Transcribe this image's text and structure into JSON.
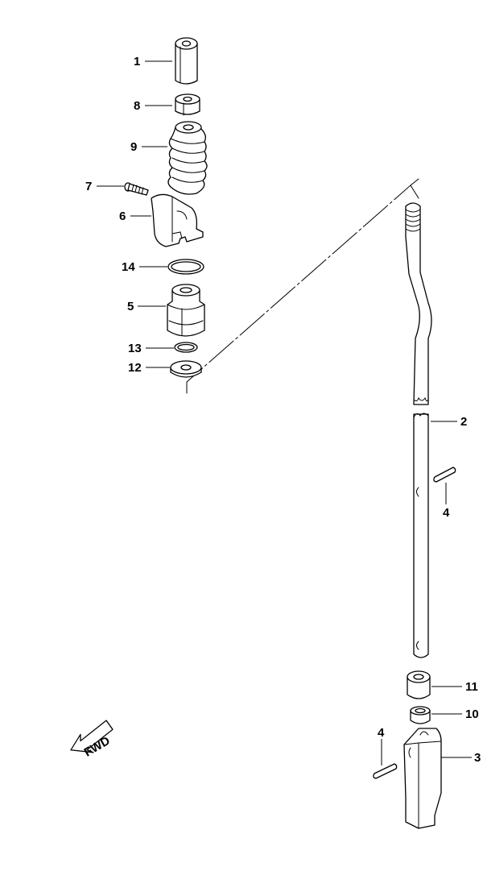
{
  "diagram": {
    "callouts": [
      {
        "id": "p1",
        "text": "1"
      },
      {
        "id": "p8",
        "text": "8"
      },
      {
        "id": "p9",
        "text": "9"
      },
      {
        "id": "p7",
        "text": "7"
      },
      {
        "id": "p6",
        "text": "6"
      },
      {
        "id": "p14",
        "text": "14"
      },
      {
        "id": "p5",
        "text": "5"
      },
      {
        "id": "p13",
        "text": "13"
      },
      {
        "id": "p12",
        "text": "12"
      },
      {
        "id": "p2",
        "text": "2"
      },
      {
        "id": "p4a",
        "text": "4"
      },
      {
        "id": "p11",
        "text": "11"
      },
      {
        "id": "p10",
        "text": "10"
      },
      {
        "id": "p4b",
        "text": "4"
      },
      {
        "id": "p3",
        "text": "3"
      }
    ],
    "fwd_label": "FWD",
    "colors": {
      "line": "#000000",
      "background": "#ffffff"
    }
  }
}
